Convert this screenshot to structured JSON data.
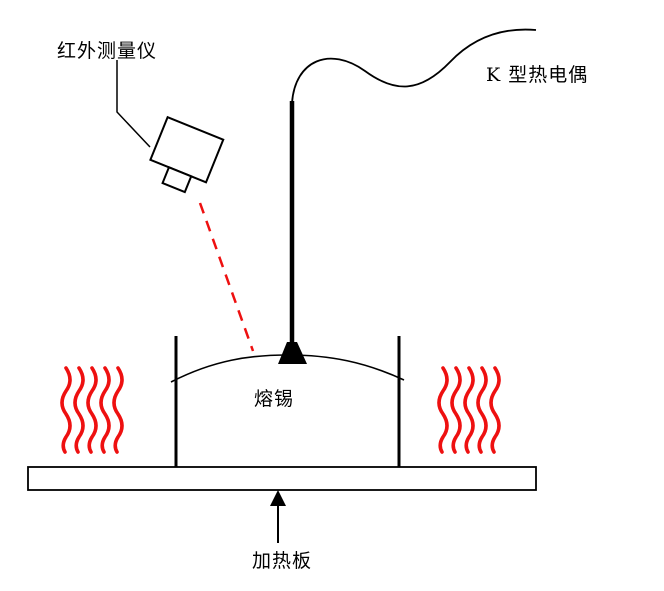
{
  "labels": {
    "infrared_meter": "红外测量仪",
    "thermocouple": "K 型热电偶",
    "molten_solder": "熔锡",
    "heating_plate": "加热板"
  },
  "colors": {
    "heat": "#ee1010",
    "laser": "#ee1010",
    "line": "#000000"
  }
}
